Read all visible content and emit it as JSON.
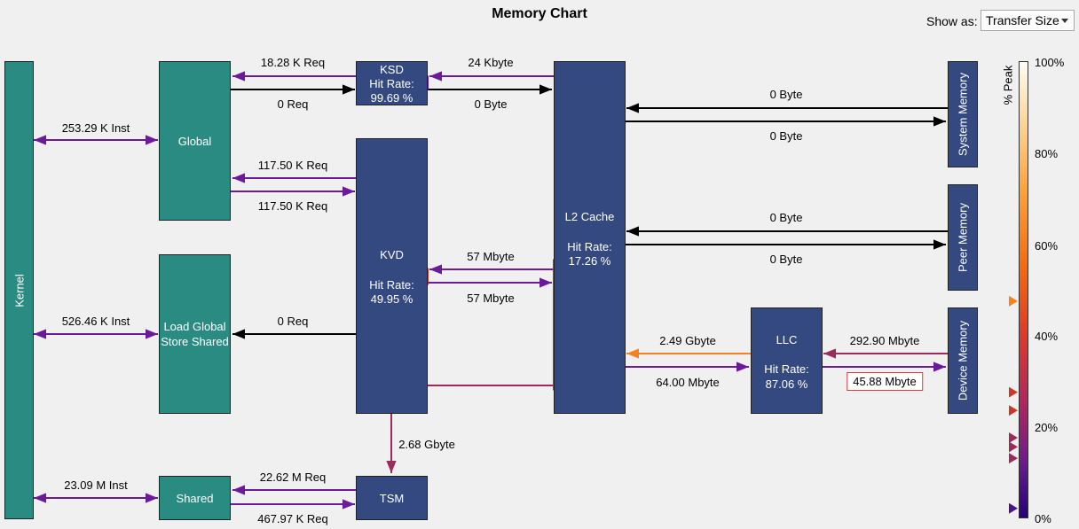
{
  "title": "Memory Chart",
  "show_as": {
    "label": "Show as:",
    "value": "Transfer Size"
  },
  "nodes": {
    "kernel": "Kernel",
    "global": "Global",
    "load_global_store_shared": [
      "Load Global",
      "Store Shared"
    ],
    "shared": "Shared",
    "ksd": {
      "name": "KSD",
      "hit_label": "Hit Rate:",
      "hit_rate": "99.69 %"
    },
    "kvd": {
      "name": "KVD",
      "hit_label": "Hit Rate:",
      "hit_rate": "49.95 %"
    },
    "tsm": "TSM",
    "l2": {
      "name": "L2 Cache",
      "hit_label": "Hit Rate:",
      "hit_rate": "17.26 %"
    },
    "llc": {
      "name": "LLC",
      "hit_label": "Hit Rate:",
      "hit_rate": "87.06 %"
    },
    "system_memory": "System Memory",
    "peer_memory": "Peer Memory",
    "device_memory": "Device Memory"
  },
  "edges": {
    "kernel_global": "253.29 K Inst",
    "kernel_lgss": "526.46 K Inst",
    "kernel_shared": "23.09 M Inst",
    "ksd_to_global": "18.28 K Req",
    "global_to_ksd": "0 Req",
    "l2_to_ksd": "24 Kbyte",
    "ksd_to_l2": "0 Byte",
    "kvd_to_global": "117.50 K Req",
    "global_to_kvd": "117.50 K Req",
    "kvd_to_lgss": "0 Req",
    "l2_to_kvd": "57 Mbyte",
    "kvd_to_l2": "57 Mbyte",
    "l2_to_tsm": "2.68 Gbyte",
    "tsm_to_shared": "22.62 M Req",
    "shared_to_tsm": "467.97 K Req",
    "sys_to_l2": "0 Byte",
    "l2_to_sys": "0 Byte",
    "peer_to_l2": "0 Byte",
    "l2_to_peer": "0 Byte",
    "llc_to_l2": "2.49 Gbyte",
    "l2_to_llc": "64.00 Mbyte",
    "dev_to_llc": "292.90 Mbyte",
    "llc_to_dev": "45.88 Mbyte"
  },
  "colorbar": {
    "title": "% Peak",
    "ticks": [
      "100%",
      "80%",
      "60%",
      "40%",
      "20%",
      "0%"
    ],
    "markers": [
      0.475,
      0.275,
      0.235,
      0.175,
      0.155,
      0.13,
      0.02
    ]
  },
  "colors": {
    "teal": "#298b82",
    "navy": "#34497f",
    "purple": "#6a1b9a",
    "black": "#000000",
    "orange": "#f6821f",
    "magenta": "#9c2a5b"
  }
}
